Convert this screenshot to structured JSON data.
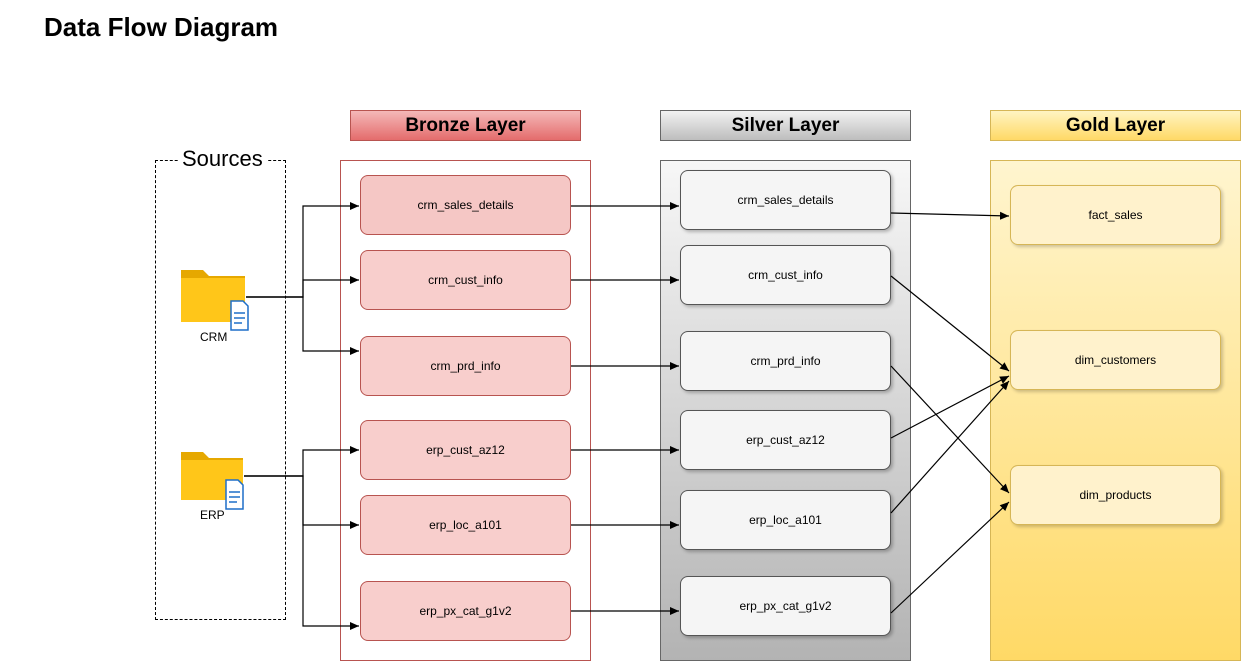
{
  "title": "Data Flow Diagram",
  "sources": {
    "label": "Sources",
    "systems": [
      {
        "label": "CRM",
        "icon": "folder-document-icon"
      },
      {
        "label": "ERP",
        "icon": "folder-document-icon"
      }
    ]
  },
  "layers": {
    "bronze": {
      "label": "Bronze Layer",
      "color": "#e46c6c",
      "tables": [
        "crm_sales_details",
        "crm_cust_info",
        "crm_prd_info",
        "erp_cust_az12",
        "erp_loc_a101",
        "erp_px_cat_g1v2"
      ]
    },
    "silver": {
      "label": "Silver Layer",
      "color": "#bdbdbd",
      "tables": [
        "crm_sales_details",
        "crm_cust_info",
        "crm_prd_info",
        "erp_cust_az12",
        "erp_loc_a101",
        "erp_px_cat_g1v2"
      ]
    },
    "gold": {
      "label": "Gold Layer",
      "color": "#ffd966",
      "tables": [
        "fact_sales",
        "dim_customers",
        "dim_products"
      ]
    }
  },
  "flows": [
    {
      "from": "CRM",
      "to": "bronze.crm_sales_details"
    },
    {
      "from": "CRM",
      "to": "bronze.crm_cust_info"
    },
    {
      "from": "CRM",
      "to": "bronze.crm_prd_info"
    },
    {
      "from": "ERP",
      "to": "bronze.erp_cust_az12"
    },
    {
      "from": "ERP",
      "to": "bronze.erp_loc_a101"
    },
    {
      "from": "ERP",
      "to": "bronze.erp_px_cat_g1v2"
    },
    {
      "from": "bronze.crm_sales_details",
      "to": "silver.crm_sales_details"
    },
    {
      "from": "bronze.crm_cust_info",
      "to": "silver.crm_cust_info"
    },
    {
      "from": "bronze.crm_prd_info",
      "to": "silver.crm_prd_info"
    },
    {
      "from": "bronze.erp_cust_az12",
      "to": "silver.erp_cust_az12"
    },
    {
      "from": "bronze.erp_loc_a101",
      "to": "silver.erp_loc_a101"
    },
    {
      "from": "bronze.erp_px_cat_g1v2",
      "to": "silver.erp_px_cat_g1v2"
    },
    {
      "from": "silver.crm_sales_details",
      "to": "gold.fact_sales"
    },
    {
      "from": "silver.crm_cust_info",
      "to": "gold.dim_customers"
    },
    {
      "from": "silver.erp_cust_az12",
      "to": "gold.dim_customers"
    },
    {
      "from": "silver.erp_loc_a101",
      "to": "gold.dim_customers"
    },
    {
      "from": "silver.crm_prd_info",
      "to": "gold.dim_products"
    },
    {
      "from": "silver.erp_px_cat_g1v2",
      "to": "gold.dim_products"
    }
  ]
}
